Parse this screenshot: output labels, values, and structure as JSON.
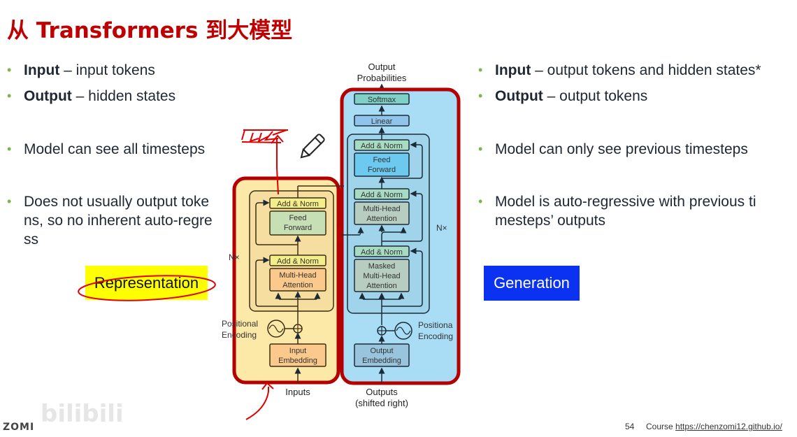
{
  "slide": {
    "title": "从 Transformers 到大模型",
    "page_number": "54",
    "course_label": "Course",
    "course_link": "https://chenzomi12.github.io/",
    "watermark_logo": "ZOMI",
    "watermark_site": "bilibili"
  },
  "left_column": {
    "bullets": [
      {
        "bold": "Input",
        "text": " – input tokens"
      },
      {
        "bold": "Output",
        "text": " – hidden states"
      },
      {
        "bold": "",
        "text": "Model can see all timesteps"
      },
      {
        "bold": "",
        "text": "Does not usually output toke",
        "text2": "ns, so no inherent auto-regre",
        "text3": "ss"
      }
    ],
    "tag": "Representation",
    "tag_color": "#ffff00"
  },
  "right_column": {
    "bullets": [
      {
        "bold": "Input",
        "text": " – output tokens and hidden states*"
      },
      {
        "bold": "Output",
        "text": " – output tokens"
      },
      {
        "bold": "",
        "text": "Model can only see previous timesteps"
      },
      {
        "bold": "",
        "text": "Model is auto-regressive with previous ti",
        "text2": "mesteps’ outputs"
      }
    ],
    "tag": "Generation",
    "tag_color": "#0a32f0"
  },
  "diagram": {
    "top_label_1": "Output",
    "top_label_2": "Probabilities",
    "encoder": {
      "add_norm_1": "Add & Norm",
      "feed_forward_1": "Feed",
      "feed_forward_2": "Forward",
      "add_norm_2": "Add & Norm",
      "mha_1": "Multi-Head",
      "mha_2": "Attention",
      "nx": "N×",
      "pos_enc_1": "Positional",
      "pos_enc_2": "Encoding",
      "embed_1": "Input",
      "embed_2": "Embedding",
      "bottom_label": "Inputs"
    },
    "decoder": {
      "softmax": "Softmax",
      "linear": "Linear",
      "add_norm_1": "Add & Norm",
      "feed_forward_1": "Feed",
      "feed_forward_2": "Forward",
      "add_norm_2": "Add & Norm",
      "mha_1": "Multi-Head",
      "mha_2": "Attention",
      "add_norm_3": "Add & Norm",
      "masked_1": "Masked",
      "masked_2": "Multi-Head",
      "masked_3": "Attention",
      "nx": "N×",
      "pos_enc_1": "Positiona",
      "pos_enc_2": "Encoding",
      "embed_1": "Output",
      "embed_2": "Embedding",
      "bottom_label_1": "Outputs",
      "bottom_label_2": "(shifted right)"
    },
    "highlight_color": "#b30000",
    "encoder_bg": "#fce9a8",
    "decoder_bg": "#a9ddf5",
    "annotation_color": "#e00000"
  }
}
